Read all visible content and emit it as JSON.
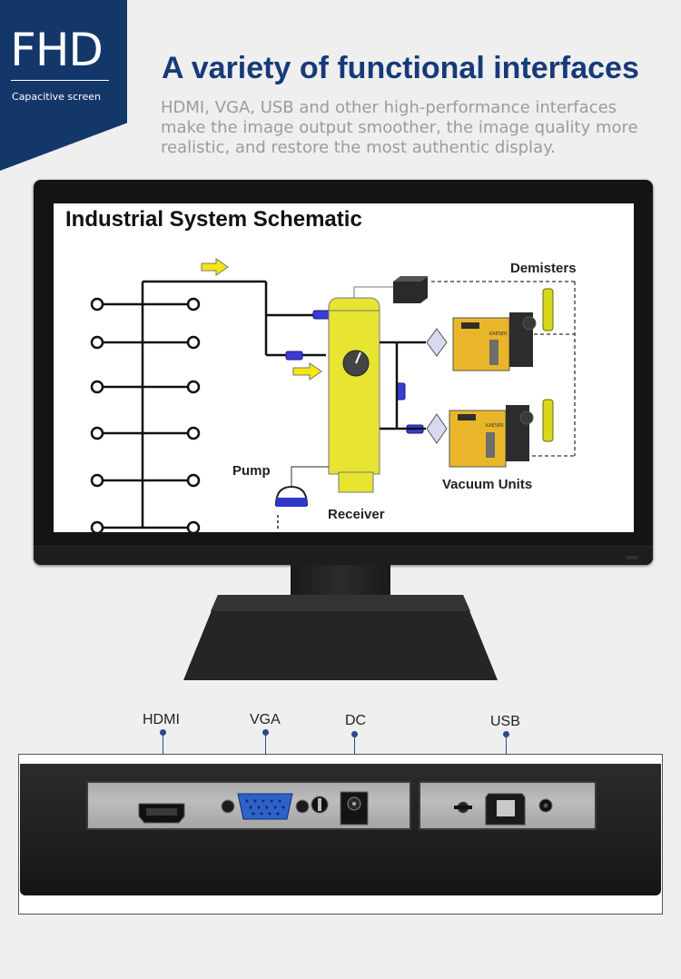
{
  "badge": {
    "title": "FHD",
    "caption": "Capacitive screen"
  },
  "header": {
    "title": "A variety of functional interfaces",
    "description": "HDMI, VGA, USB and other high-performance interfaces make the image output smoother, the image quality more realistic, and restore the most authentic display."
  },
  "screen": {
    "title": "Industrial System Schematic",
    "labels": {
      "demisters": "Demisters",
      "pump": "Pump",
      "receiver": "Receiver",
      "vacuum_units": "Vacuum Units",
      "brand": "KAESER"
    }
  },
  "ports": {
    "hdmi": "HDMI",
    "vga": "VGA",
    "dc": "DC",
    "usb": "USB"
  },
  "colors": {
    "brand_blue": "#14376a",
    "title_blue": "#173b78",
    "receiver_yellow": "#e7e432",
    "machine_yellow": "#e9b62a",
    "connector_blue": "#2b4a8a"
  }
}
